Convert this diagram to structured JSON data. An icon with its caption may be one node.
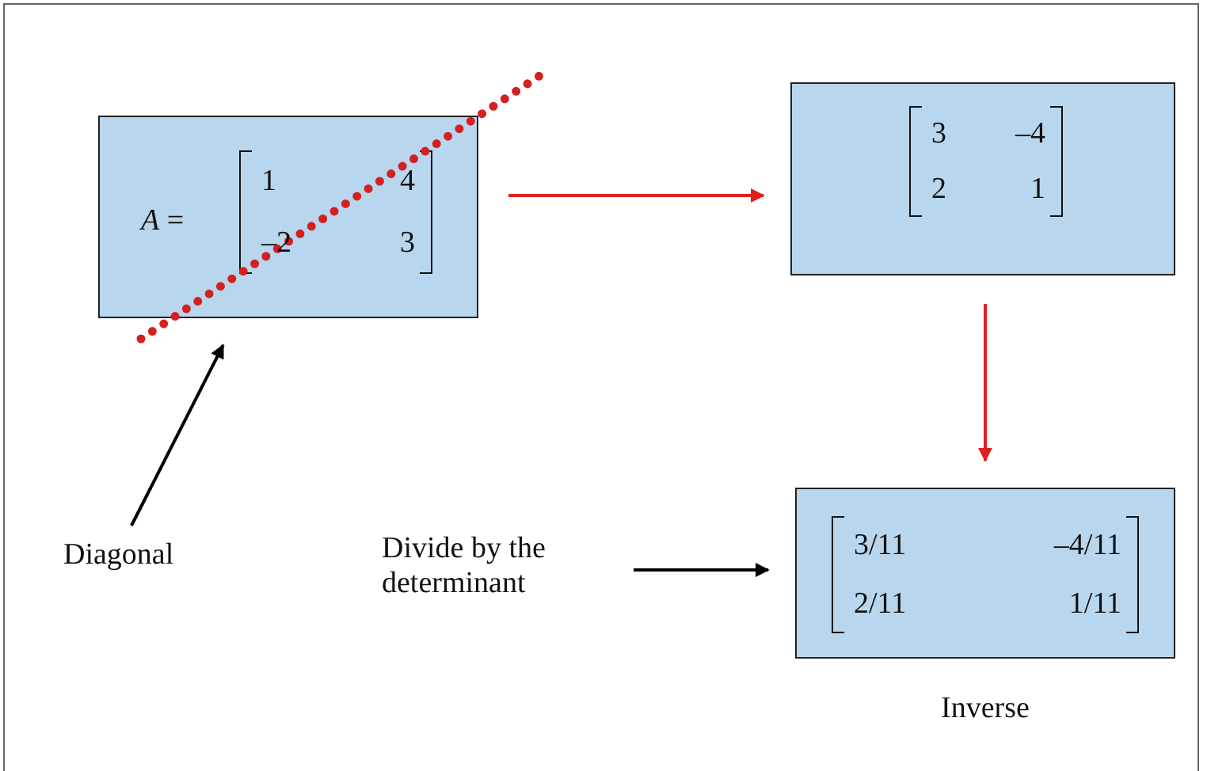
{
  "diagram": {
    "nodes": [
      {
        "text": [
          "*A* =",
          "1",
          "4",
          "–2",
          "3"
        ]
      },
      {
        "text": [
          "3",
          "–4",
          "2",
          "1"
        ]
      },
      {
        "text": [
          "3/11",
          "–4/11",
          "2/11",
          "1/11"
        ],
        "beside": [
          "Inverse"
        ]
      },
      {
        "text": [
          "Diagonal"
        ]
      },
      {
        "text": [
          "Divide by the determinant"
        ]
      }
    ],
    "edges": [
      {
        "from": 0,
        "to": 1,
        "arrow": "to",
        "color": "#e02020"
      },
      {
        "from": 1,
        "to": 2,
        "arrow": "to",
        "color": "#e02020"
      },
      {
        "from": 3,
        "to": 0,
        "arrow": "to",
        "color": "#000000"
      },
      {
        "from": 4,
        "to": 2,
        "arrow": "to",
        "color": "#000000"
      }
    ]
  }
}
